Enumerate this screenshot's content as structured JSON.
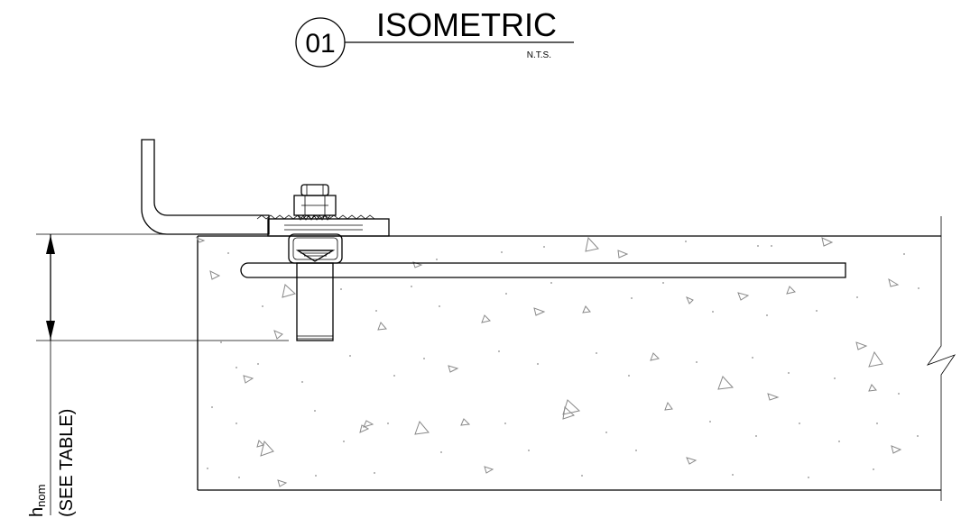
{
  "title": {
    "number": "01",
    "label": "ISOMETRIC",
    "scale": "N.T.S."
  },
  "dimension": {
    "symbol_main": "h",
    "symbol_subscript": "nom",
    "note": "(SEE TABLE)"
  }
}
